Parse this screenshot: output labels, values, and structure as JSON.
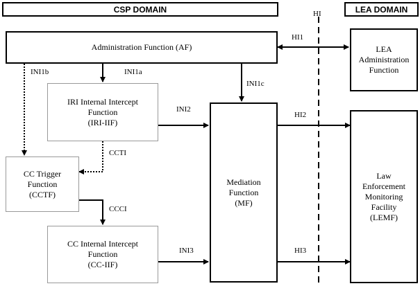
{
  "domains": {
    "csp": "CSP DOMAIN",
    "lea": "LEA DOMAIN",
    "hi": "HI"
  },
  "boxes": {
    "af": "Administration Function (AF)",
    "lea_admin": "LEA\nAdministration\nFunction",
    "iri_iif": "IRI Internal Intercept\nFunction\n(IRI-IIF)",
    "cctf": "CC Trigger\nFunction\n(CCTF)",
    "cc_iif": "CC Internal Intercept\nFunction\n(CC-IIF)",
    "mf": "Mediation\nFunction\n(MF)",
    "lemf": "Law\nEnforcement\nMonitoring\nFacility\n(LEMF)"
  },
  "interfaces": {
    "hi1": "HI1",
    "ini1b": "INI1b",
    "ini1a": "INI1a",
    "ini1c": "INI1c",
    "ini2": "INI2",
    "hi2": "HI2",
    "ccti": "CCTI",
    "ccci": "CCCI",
    "ini3": "INI3",
    "hi3": "HI3"
  }
}
